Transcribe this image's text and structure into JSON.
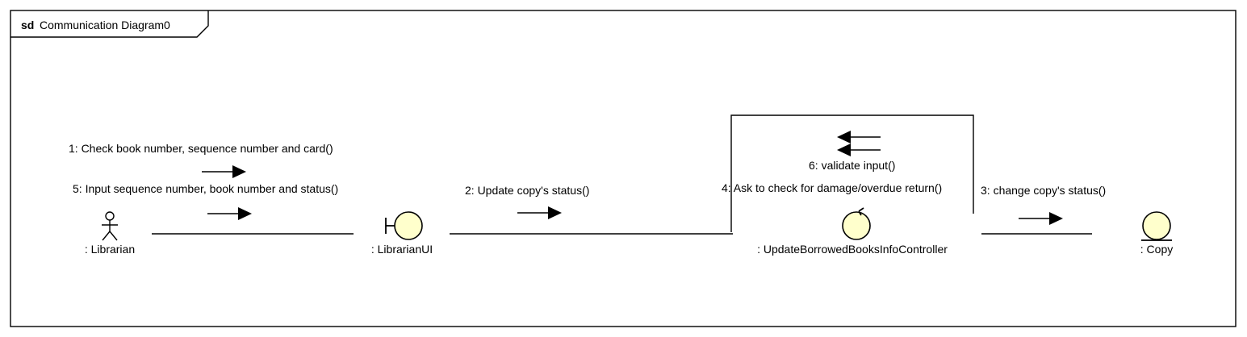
{
  "frame": {
    "keyword": "sd",
    "name": "Communication Diagram0"
  },
  "lifelines": {
    "librarian": ": Librarian",
    "librarian_ui": ": LibrarianUI",
    "controller": ": UpdateBorrowedBooksInfoController",
    "copy": ": Copy"
  },
  "messages": {
    "m1": "1: Check book number, sequence number and card()",
    "m5": "5: Input sequence number, book number and status()",
    "m2": "2: Update copy's status()",
    "m4": "4: Ask to check for damage/overdue return()",
    "m6": "6: validate input()",
    "m3": "3: change copy's status()"
  },
  "colors": {
    "element_fill": "#ffffcc",
    "stroke": "#000000"
  },
  "icons": {
    "librarian": "actor-icon",
    "librarian_ui": "boundary-icon",
    "controller": "control-icon",
    "copy": "entity-icon"
  }
}
